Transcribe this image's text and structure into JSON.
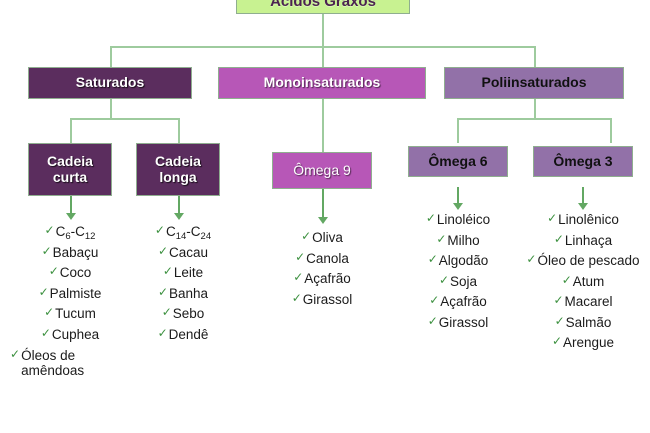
{
  "diagram": {
    "root": {
      "label": "Ácidos Graxos"
    },
    "level2": [
      {
        "label": "Saturados"
      },
      {
        "label": "Monoinsaturados"
      },
      {
        "label": "Poliinsaturados"
      }
    ],
    "level3": [
      {
        "label": "Cadeia curta"
      },
      {
        "label": "Cadeia longa"
      },
      {
        "label": "Ômega 9"
      },
      {
        "label": "Ômega 6"
      },
      {
        "label": "Ômega 3"
      }
    ],
    "lists": {
      "cadeia_curta": [
        "C6-C12",
        "Babaçu",
        "Coco",
        "Palmiste",
        "Tucum",
        "Cuphea",
        "Óleos de amêndoas"
      ],
      "cadeia_longa": [
        "C14-C24",
        "Cacau",
        "Leite",
        "Banha",
        "Sebo",
        "Dendê"
      ],
      "omega9": [
        "Oliva",
        "Canola",
        "Açafrão",
        "Girassol"
      ],
      "omega6": [
        "Linoléico",
        "Milho",
        "Algodão",
        "Soja",
        "Açafrão",
        "Girassol"
      ],
      "omega3": [
        "Linolênico",
        "Linhaça",
        "Óleo de pescado",
        "Atum",
        "Macarel",
        "Salmão",
        "Arengue"
      ]
    },
    "bullet_glyph": "✓",
    "colors": {
      "root_bg": "#c8f291",
      "root_text": "#4b2350",
      "saturados_bg": "#5b2d5e",
      "monoinsaturados_bg": "#b757b7",
      "poliinsaturados_bg": "#9271a8",
      "connector": "#9ecb9e",
      "check": "#3d9140"
    }
  }
}
